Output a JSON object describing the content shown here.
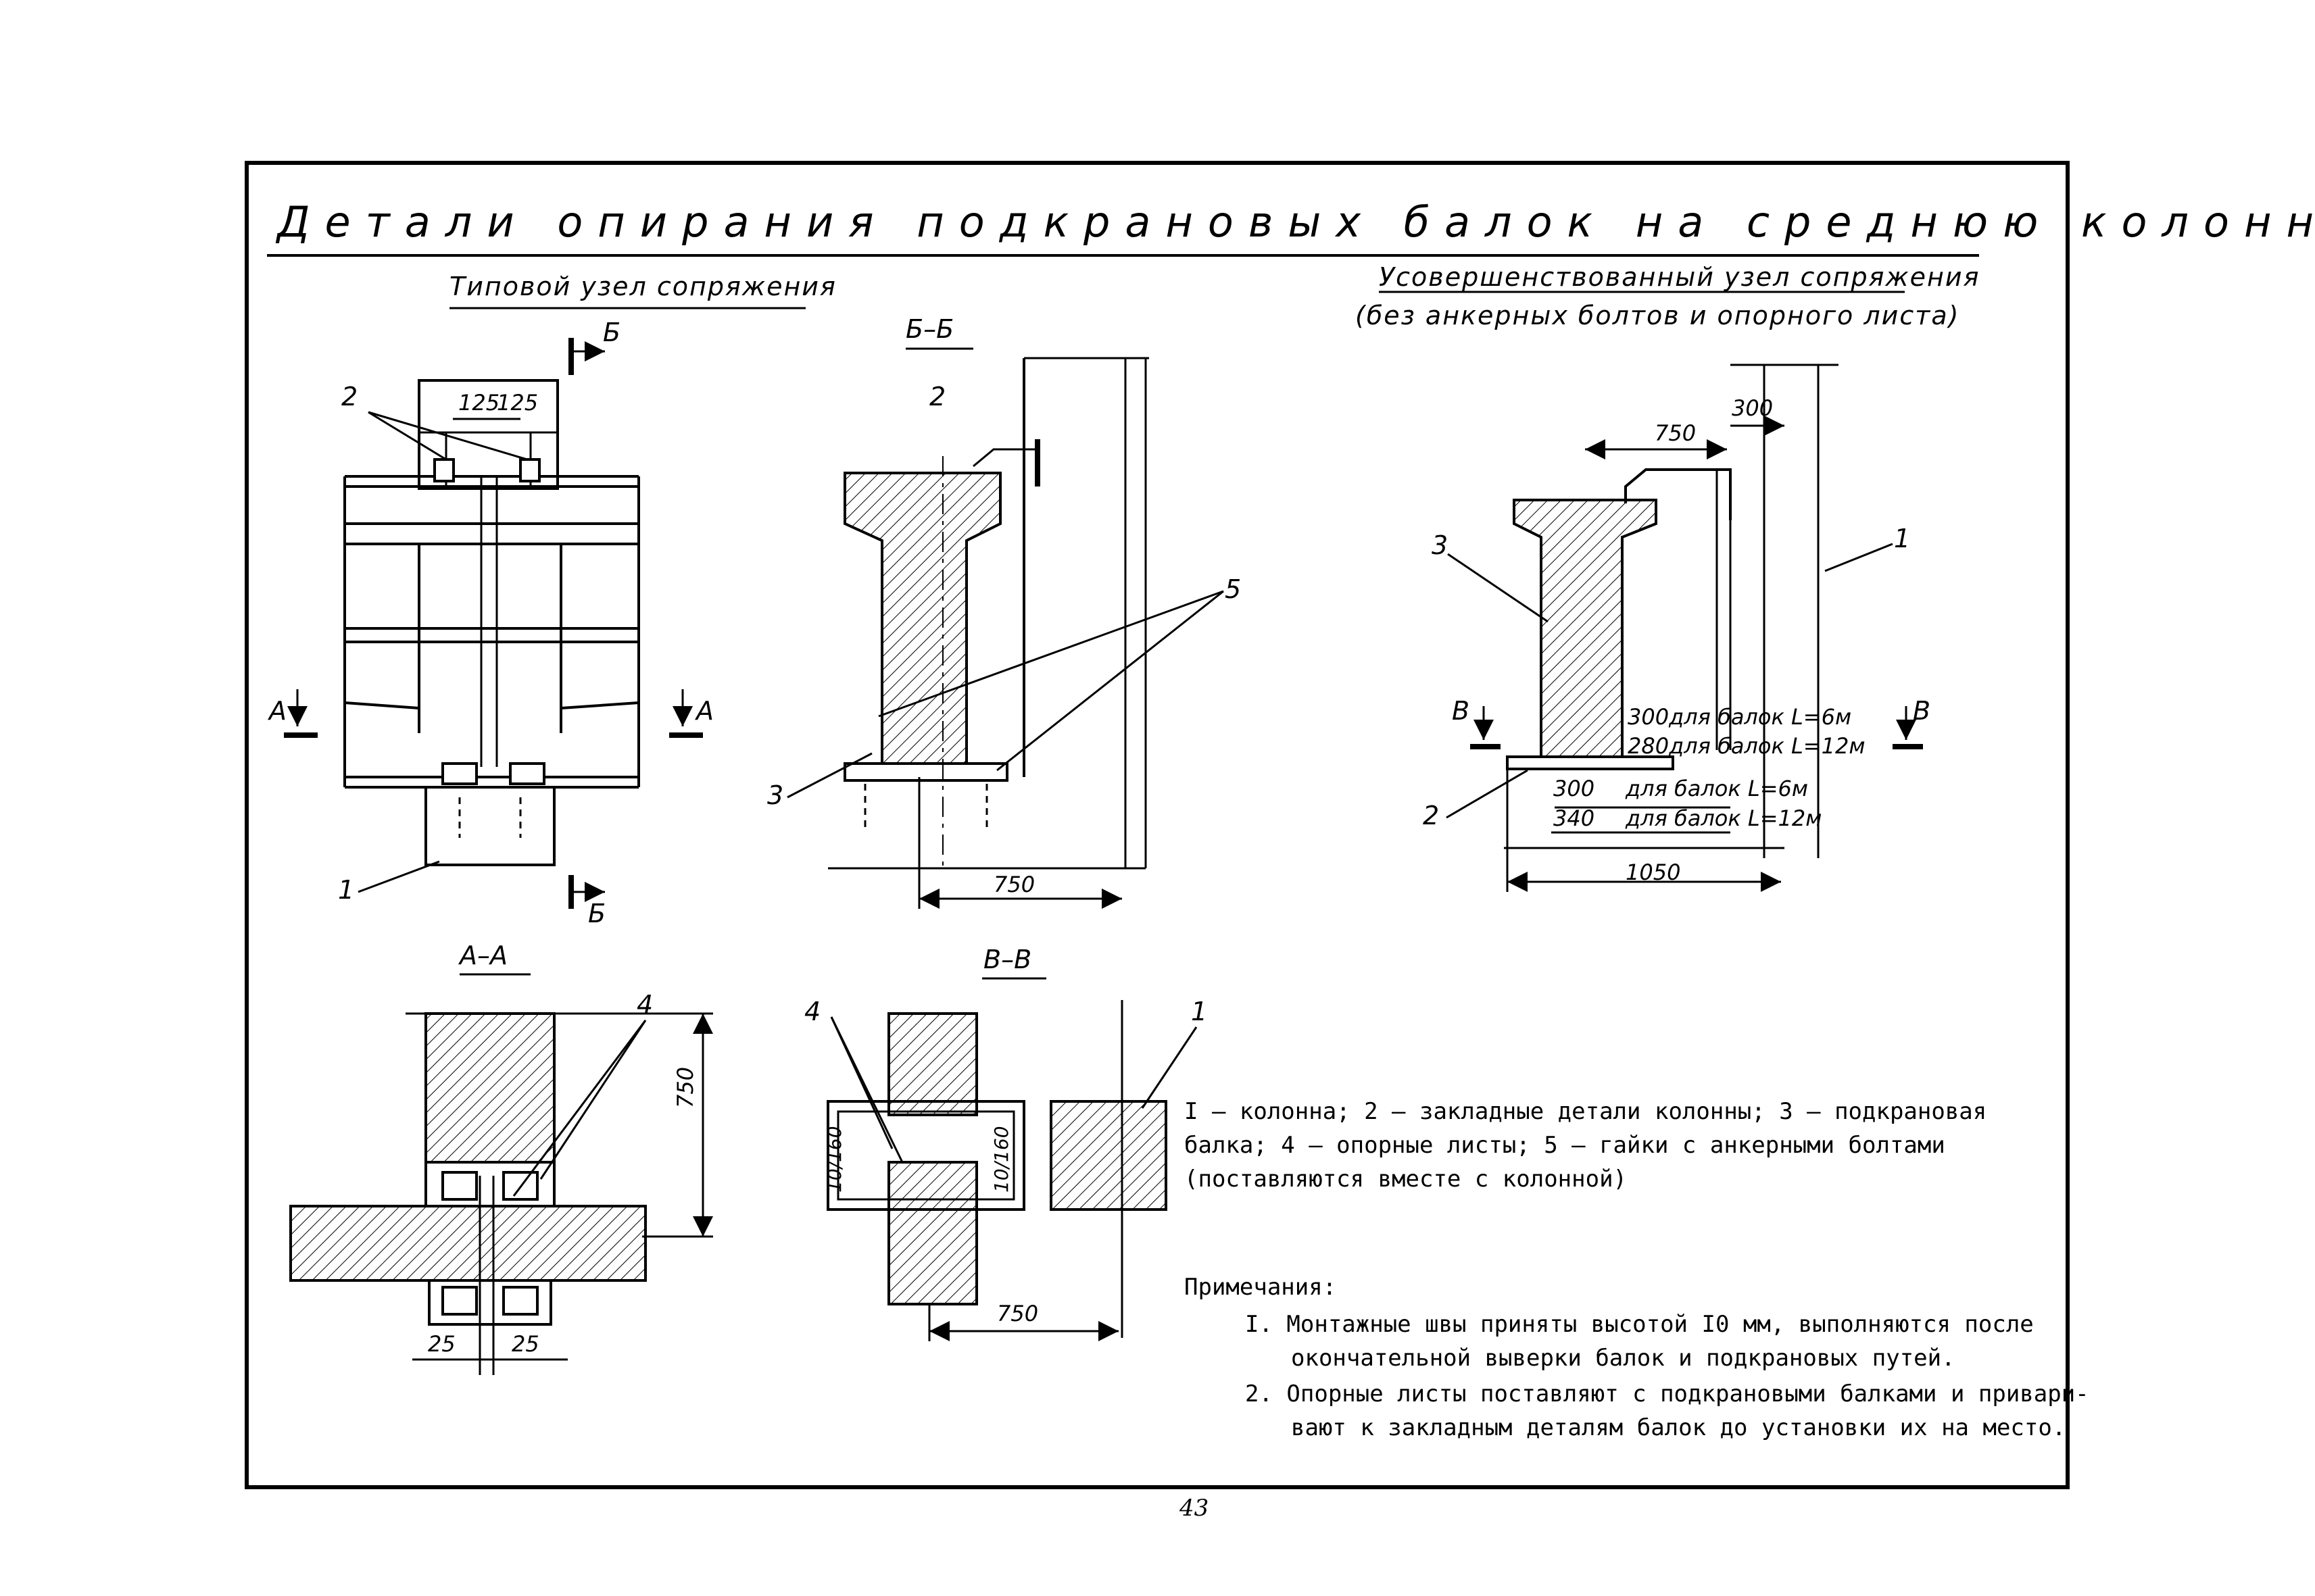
{
  "title": "Детали опирания подкрановых балок на среднюю колонну",
  "left_heading": "Типовой узел сопряжения",
  "right_heading_1": "Усовершенствованный узел сопряжения",
  "right_heading_2": "(без анкерных болтов и опорного листа)",
  "sections": {
    "bb": "Б–Б",
    "aa": "А–А",
    "vv": "В–В",
    "cut_b": "Б",
    "cut_a": "А",
    "cut_v": "В"
  },
  "callouts": {
    "c1": "1",
    "c2": "2",
    "c3": "3",
    "c4": "4",
    "c5": "5"
  },
  "dims": {
    "d125": "125",
    "d750": "750",
    "d300": "300",
    "d340": "340",
    "d1050": "1050",
    "d25": "25",
    "d10_160": "10/160",
    "note_300_6": "300для балок L=6м",
    "note_280_12": "280для балок L=12м",
    "note_6": "для балок L=6м",
    "note_12": "для балок L=12м"
  },
  "legend": "I – колонна; 2 – закладные детали колонны; 3 – подкрановая балка; 4 – опорные листы; 5 – гайки с анкерными болтами (поставляются вместе с колонной)",
  "notes": {
    "heading": "Примечания:",
    "n1_a": "I. Монтажные швы приняты высотой I0 мм, выполняются после",
    "n1_b": "окончательной выверки балок и подкрановых путей.",
    "n2_a": "2. Опорные листы поставляют с подкрановыми балками и привари-",
    "n2_b": "вают к закладным деталям балок до установки их на место."
  },
  "page_number": "43"
}
